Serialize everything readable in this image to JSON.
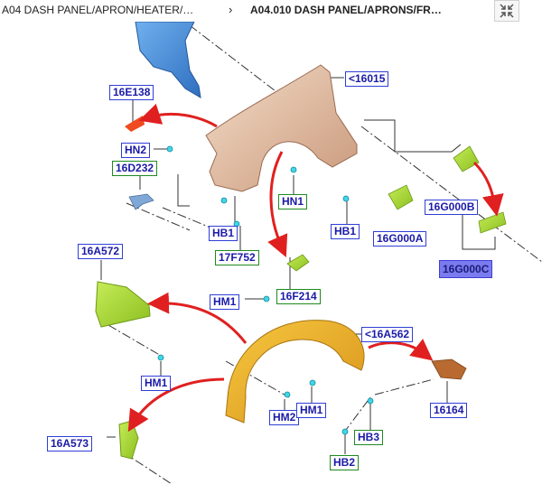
{
  "breadcrumb": {
    "parent": "A04 DASH PANEL/APRON/HEATER/…",
    "separator": "›",
    "current": "A04.010 DASH PANEL/APRONS/FR…"
  },
  "toolbar": {
    "collapse_icon": "collapse-arrows-icon"
  },
  "callouts": {
    "c16015": "<16015",
    "c16E138": "16E138",
    "cHN2": "HN2",
    "c16D232": "16D232",
    "cHN1a": "HN1",
    "cHB1a": "HB1",
    "cHB1b": "HB1",
    "c17F752": "17F752",
    "c16G000A": "16G000A",
    "c16G000B": "16G000B",
    "c16G000C": "16G000C",
    "c16A572": "16A572",
    "cHM1a": "HM1",
    "c16F214": "16F214",
    "c16A562": "<16A562",
    "cHM1b": "HM1",
    "cHM2": "HM2",
    "cHM1c": "HM1",
    "c16164": "16164",
    "cHB3": "HB3",
    "cHB2": "HB2",
    "c16A573": "16A573"
  },
  "colors": {
    "callout_border": "#2f3fd6",
    "callout_border_green": "#1f8a1f",
    "callout_selected": "#7b7bf0",
    "fender": "#e8c4a8",
    "splash_shield": "#e8b020",
    "bracket_green": "#a8d830",
    "panel_blue": "#4a90d8",
    "arrow_red": "#e02020",
    "pad_brown": "#b86a30"
  }
}
